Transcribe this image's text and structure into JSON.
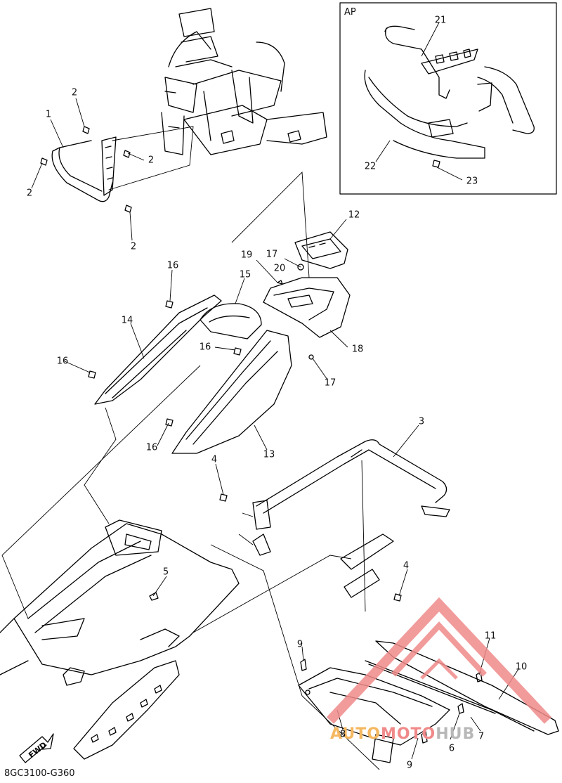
{
  "diagram_code": "8GC3100-G360",
  "inset_label": "AP",
  "fwd_label": "FWD",
  "watermark": {
    "part1": "AUTO",
    "part2": "MOTO",
    "part3": "HUB",
    "color_primary": "#f08a8a",
    "color_secondary": "#cfcfcf",
    "accent": "#f4b860"
  },
  "callouts": [
    "1",
    "2",
    "2",
    "2",
    "2",
    "3",
    "4",
    "4",
    "5",
    "6",
    "7",
    "8",
    "9",
    "9",
    "10",
    "11",
    "12",
    "13",
    "14",
    "15",
    "16",
    "16",
    "16",
    "16",
    "17",
    "17",
    "18",
    "19",
    "20",
    "21",
    "22",
    "23"
  ]
}
